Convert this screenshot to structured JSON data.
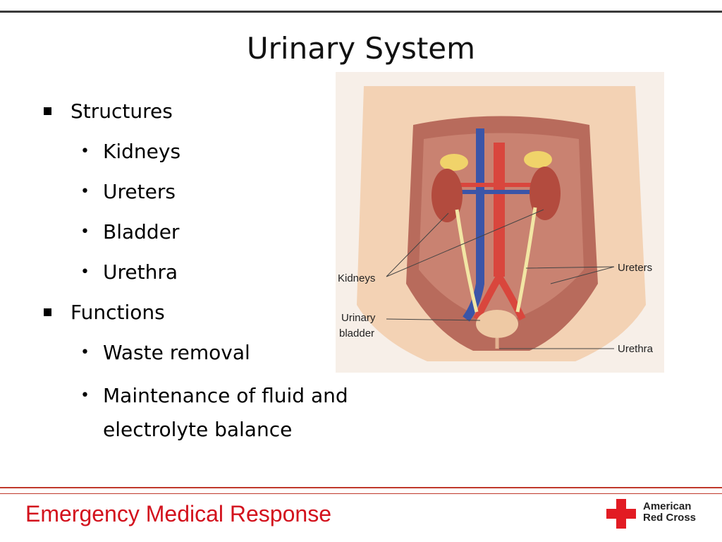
{
  "slide": {
    "title": "Urinary System",
    "bullets": [
      {
        "label": "Structures",
        "items": [
          "Kidneys",
          "Ureters",
          "Bladder",
          "Urethra"
        ]
      },
      {
        "label": "Functions",
        "items": [
          "Waste removal",
          "Maintenance of fluid and",
          "electrolyte balance"
        ]
      }
    ]
  },
  "figure": {
    "labels": {
      "kidneys": "Kidneys",
      "ureters": "Ureters",
      "bladder_line1": "Urinary",
      "bladder_line2": "bladder",
      "urethra": "Urethra"
    }
  },
  "footer": {
    "course": "Emergency Medical Response",
    "logo_line1": "American",
    "logo_line2": "Red Cross",
    "brand_color": "#d3121d"
  }
}
